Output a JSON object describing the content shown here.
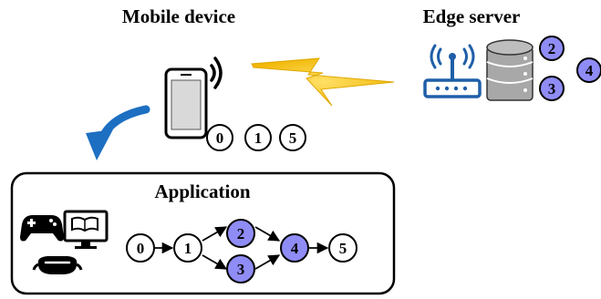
{
  "titles": {
    "mobile_device": "Mobile device",
    "edge_server": "Edge server",
    "application": "Application"
  },
  "mobile_tasks": [
    "0",
    "1",
    "5"
  ],
  "edge_tasks": [
    "2",
    "3",
    "4"
  ],
  "app_graph": {
    "nodes": [
      {
        "id": "0",
        "offloaded": false
      },
      {
        "id": "1",
        "offloaded": false
      },
      {
        "id": "2",
        "offloaded": true
      },
      {
        "id": "3",
        "offloaded": true
      },
      {
        "id": "4",
        "offloaded": true
      },
      {
        "id": "5",
        "offloaded": false
      }
    ],
    "edges": [
      [
        "0",
        "1"
      ],
      [
        "1",
        "2"
      ],
      [
        "1",
        "3"
      ],
      [
        "2",
        "4"
      ],
      [
        "3",
        "4"
      ],
      [
        "4",
        "5"
      ]
    ]
  },
  "icons": [
    "smartphone-icon",
    "wireless-signal-icon",
    "lightning-bolt-icon",
    "wifi-router-icon",
    "database-server-icon",
    "blue-curved-arrow-icon",
    "gamepad-icon",
    "monitor-book-icon",
    "vr-headset-icon"
  ],
  "colors": {
    "offloaded_fill": "#8f8cf5",
    "local_fill": "#ffffff",
    "stroke": "#000000",
    "bolt": "#f5c518",
    "arrow_blue": "#1d6fc2",
    "router_blue": "#1f5fa8",
    "server_gray": "#a8a8a8"
  }
}
